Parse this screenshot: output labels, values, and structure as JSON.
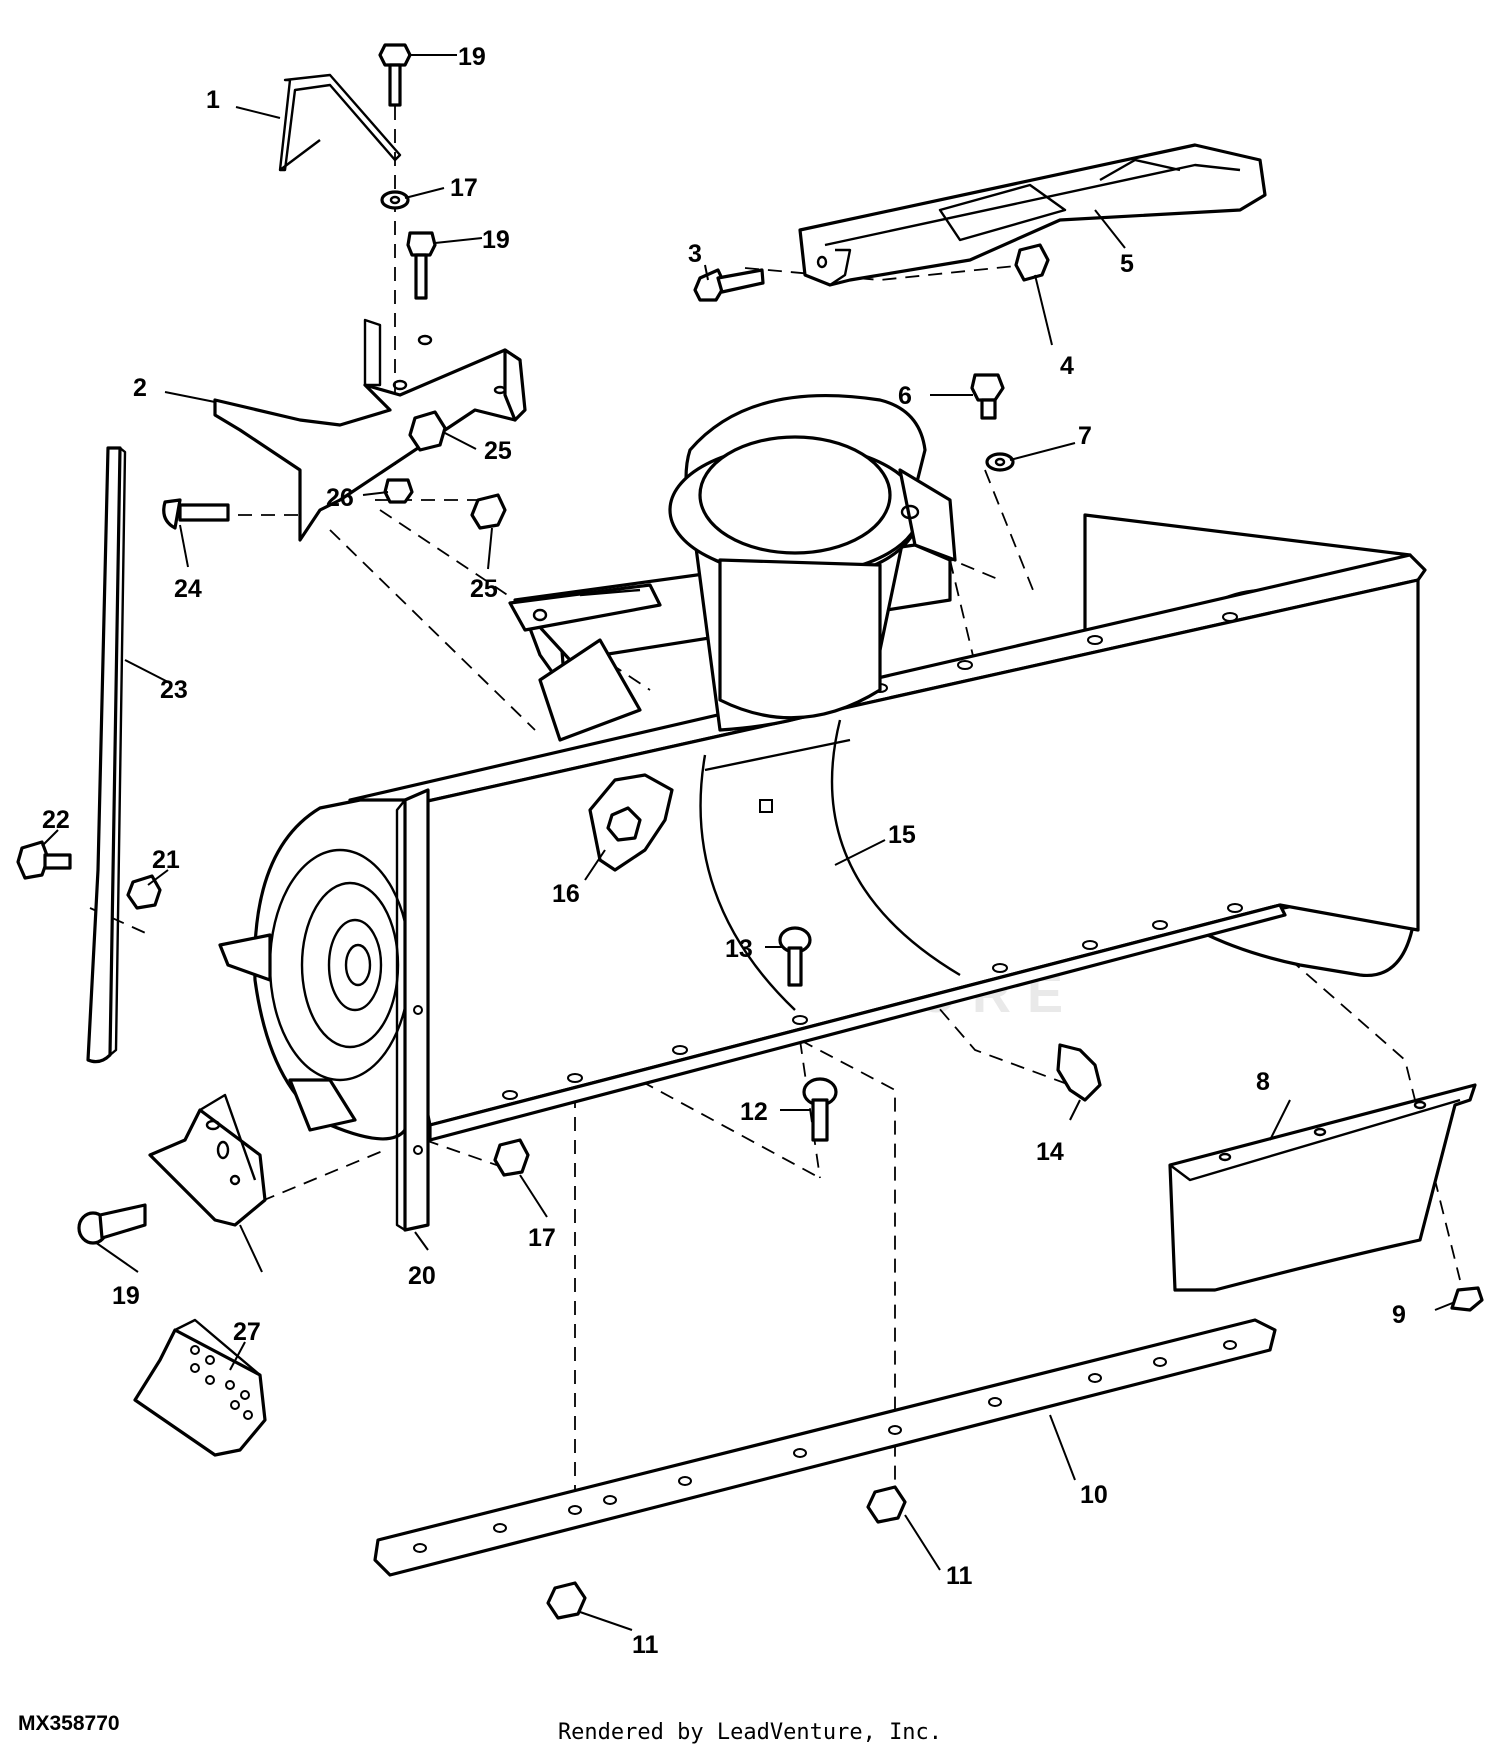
{
  "diagram": {
    "code": "MX358770",
    "credit": "Rendered by LeadVenture, Inc.",
    "watermark": "LEADVENTURE",
    "callouts": [
      "1",
      "2",
      "3",
      "4",
      "5",
      "6",
      "7",
      "8",
      "9",
      "10",
      "11",
      "11",
      "12",
      "13",
      "14",
      "15",
      "16",
      "17",
      "17",
      "19",
      "19",
      "19",
      "20",
      "21",
      "22",
      "23",
      "24",
      "25",
      "25",
      "26",
      "27"
    ]
  },
  "colors": {
    "line": "#000000",
    "background": "#ffffff",
    "watermark": "#e9e9e9"
  }
}
